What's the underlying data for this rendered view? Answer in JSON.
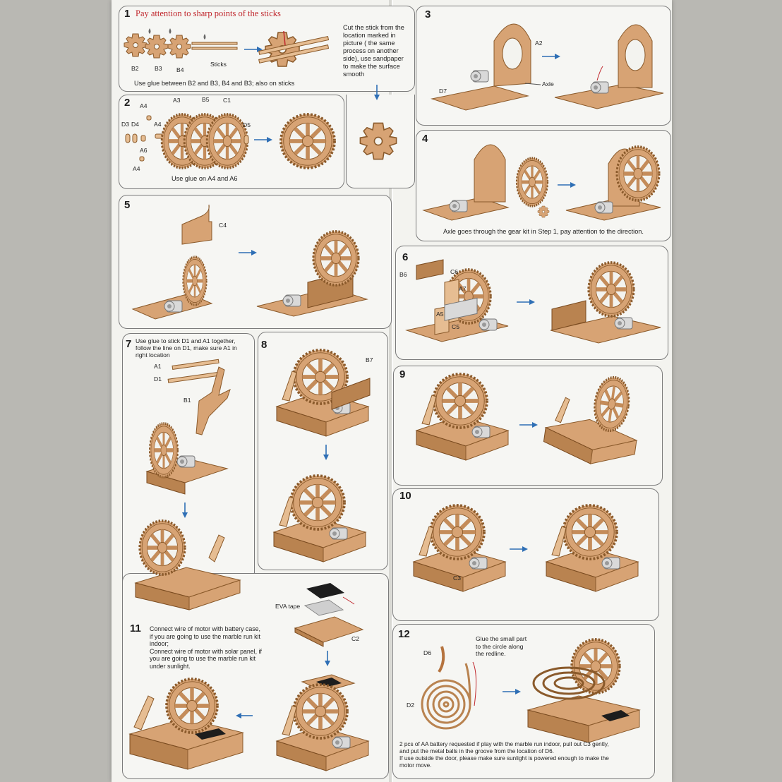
{
  "steps": [
    {
      "num": "1",
      "title": "Pay attention to sharp points of the sticks",
      "labels": [
        "B2",
        "B3",
        "B4",
        "Sticks"
      ],
      "caption": "Use glue between B2 and B3, B4 and B3; also on sticks",
      "side_note": [
        "Cut the stick from the",
        "location marked in",
        "picture ( the same",
        "process on another",
        "side), use sandpaper",
        "to make the surface",
        "smooth"
      ]
    },
    {
      "num": "2",
      "labels": [
        "A4",
        "A3",
        "B5",
        "C1",
        "D3",
        "D4",
        "A4",
        "D5",
        "A6",
        "A4"
      ],
      "caption": "Use glue on A4 and A6"
    },
    {
      "num": "3",
      "labels": [
        "A2",
        "D7",
        "Axle"
      ]
    },
    {
      "num": "4",
      "caption": "Axle goes through the gear kit in Step 1, pay attention to the direction."
    },
    {
      "num": "5",
      "labels": [
        "C4"
      ]
    },
    {
      "num": "6",
      "labels": [
        "B6",
        "C6",
        "A7",
        "A5",
        "C5"
      ]
    },
    {
      "num": "7",
      "note": [
        "Use glue to stick D1 and A1 together,",
        "follow the line on D1, make sure A1 in",
        "right location"
      ],
      "labels": [
        "A1",
        "D1",
        "B1"
      ]
    },
    {
      "num": "8",
      "labels": [
        "B7"
      ]
    },
    {
      "num": "9"
    },
    {
      "num": "10",
      "labels": [
        "C3"
      ]
    },
    {
      "num": "11",
      "note": [
        "Connect wire of motor with battery case,",
        "if you are going to use the marble run kit",
        "indoor;",
        "Connect wire of motor with solar panel, if",
        "you are going to use the marble run kit",
        "under sunlight."
      ],
      "labels": [
        "EVA tape",
        "C2"
      ]
    },
    {
      "num": "12",
      "note": [
        "Glue the small part",
        "to the circle along",
        "the  redline."
      ],
      "labels": [
        "D6",
        "D2"
      ],
      "caption": [
        "2 pcs of AA battery requested if play with the marble run indoor, pull out C3 gently,",
        "and put the metal balls in the groove from the location of D6.",
        "If use outside the door, please make sure sunlight is powered enough to make the",
        "motor move."
      ]
    }
  ],
  "colors": {
    "wood": "#d7a374",
    "arrow": "#2f6fb5",
    "warning": "#c0272d"
  }
}
